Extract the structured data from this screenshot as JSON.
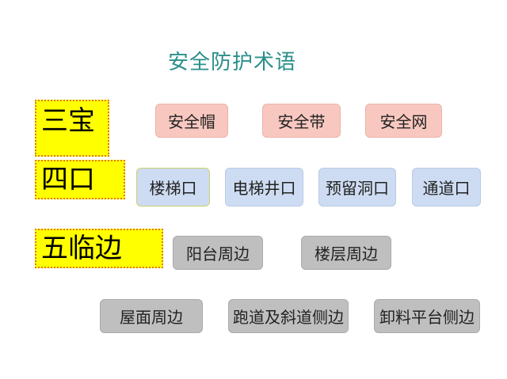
{
  "title": "安全防护术语",
  "categories": {
    "sanbao": "三宝",
    "sikou": "四口",
    "wulinbian": "五临边"
  },
  "sanbao_items": [
    "安全帽",
    "安全带",
    "安全网"
  ],
  "sikou_items": [
    "楼梯口",
    "电梯井口",
    "预留洞口",
    "通道口"
  ],
  "wulinbian_items": [
    "阳台周边",
    "楼层周边",
    "屋面周边",
    "跑道及斜道侧边",
    "卸料平台侧边"
  ],
  "colors": {
    "sanbao": "#f8c8c0",
    "sikou": "#cddcf2",
    "wulinbian": "#bfbfbf",
    "highlight": "#ffff00",
    "title": "#2a8f8a"
  }
}
